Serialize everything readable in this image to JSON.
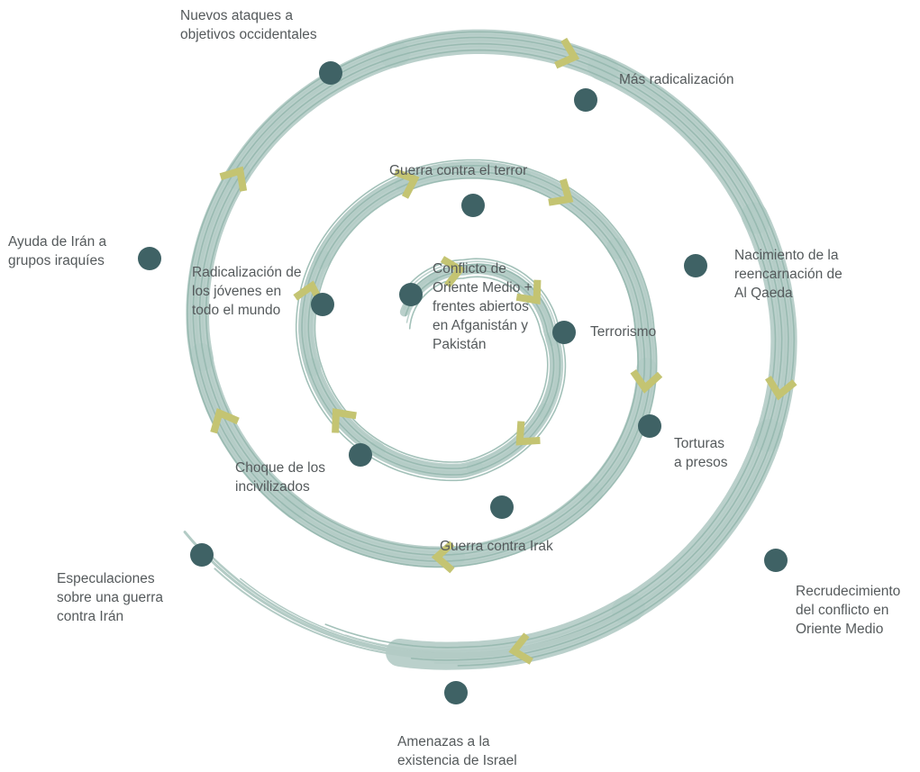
{
  "colors": {
    "spiral_band": "#b3cbc5",
    "spiral_line": "#93b6ad",
    "node": "#3f6265",
    "arrow": "#c4c472",
    "text": "#555a5c"
  },
  "nodes": [
    {
      "id": "center",
      "lines": [
        "Conflicto de",
        "Oriente Medio +",
        "frentes abiertos",
        "en Afganistán y",
        "Pakistán"
      ]
    },
    {
      "id": "terrorismo",
      "lines": [
        "Terrorismo"
      ]
    },
    {
      "id": "guerra-terror",
      "lines": [
        "Guerra contra el terror"
      ]
    },
    {
      "id": "radicalizacion-jovenes",
      "lines": [
        "Radicalización de",
        "los jóvenes en",
        "todo el mundo"
      ]
    },
    {
      "id": "choque",
      "lines": [
        "Choque de los",
        "incivilizados"
      ]
    },
    {
      "id": "guerra-irak",
      "lines": [
        "Guerra contra Irak"
      ]
    },
    {
      "id": "torturas",
      "lines": [
        "Torturas",
        "a presos"
      ]
    },
    {
      "id": "nacimiento",
      "lines": [
        "Nacimiento de la",
        "reencarnación de",
        "Al Qaeda"
      ]
    },
    {
      "id": "mas-radicalizacion",
      "lines": [
        "Más radicalización"
      ]
    },
    {
      "id": "nuevos-ataques",
      "lines": [
        "Nuevos ataques a",
        "objetivos occidentales"
      ]
    },
    {
      "id": "ayuda-iran",
      "lines": [
        "Ayuda de Irán a",
        "grupos iraquíes"
      ]
    },
    {
      "id": "especulaciones",
      "lines": [
        "Especulaciones",
        "sobre una guerra",
        "contra Irán"
      ]
    },
    {
      "id": "amenazas",
      "lines": [
        "Amenazas a la",
        "existencia de Israel"
      ]
    },
    {
      "id": "recrudecimiento",
      "lines": [
        "Recrudecimiento",
        "del conflicto en",
        "Oriente Medio"
      ]
    }
  ]
}
